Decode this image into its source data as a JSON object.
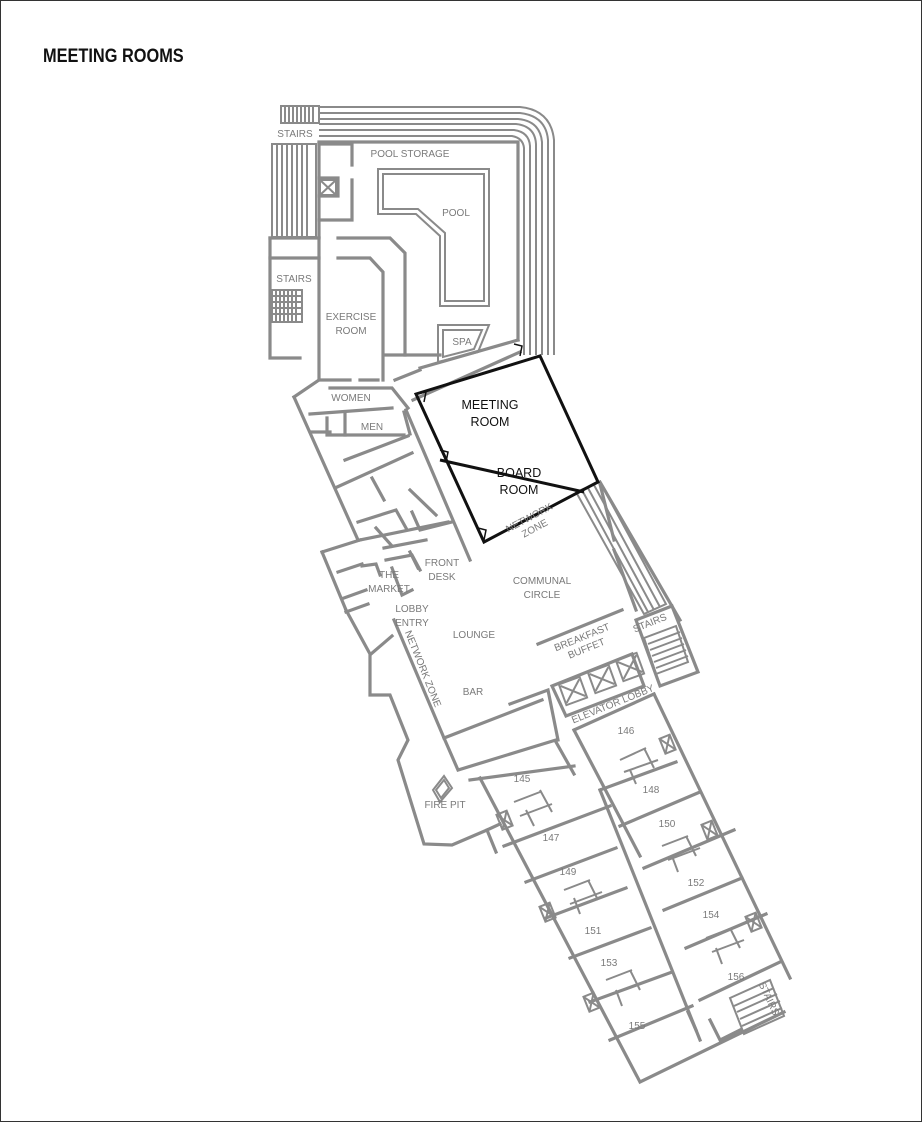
{
  "title": "MEETING ROOMS",
  "colors": {
    "walls": "#8a8a8a",
    "highlight": "#111111",
    "labels": "#7a7a7a",
    "background": "#ffffff"
  },
  "labels": {
    "stairs_top": "STAIRS",
    "pool_storage": "POOL STORAGE",
    "pool": "POOL",
    "spa": "SPA",
    "stairs_left": "STAIRS",
    "exercise_1": "EXERCISE",
    "exercise_2": "ROOM",
    "women": "WOMEN",
    "men": "MEN",
    "meeting_1": "MEETING",
    "meeting_2": "ROOM",
    "board_1": "BOARD",
    "board_2": "ROOM",
    "network_zone_1a": "NETWORK",
    "network_zone_1b": "ZONE",
    "front_desk_1": "FRONT",
    "front_desk_2": "DESK",
    "communal_1": "COMMUNAL",
    "communal_2": "CIRCLE",
    "market_1": "THE",
    "market_2": "MARKET",
    "lobby_1": "LOBBY",
    "lobby_2": "ENTRY",
    "lounge": "LOUNGE",
    "network_zone_2": "NETWORK ZONE",
    "breakfast_1": "BREAKFAST",
    "breakfast_2": "BUFFET",
    "stairs_mid": "STAIRS",
    "elevator_lobby": "ELEVATOR LOBBY",
    "bar": "BAR",
    "fire_pit": "FIRE PIT",
    "stairs_bottom": "STAIRS"
  },
  "rooms": [
    "145",
    "146",
    "147",
    "148",
    "149",
    "150",
    "151",
    "152",
    "153",
    "154",
    "155",
    "156"
  ]
}
